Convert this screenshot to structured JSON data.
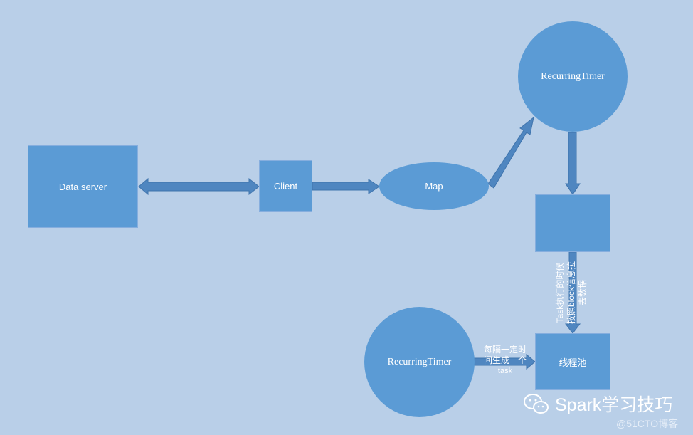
{
  "colors": {
    "background": "#b9cfe8",
    "node_fill": "#5b9bd5",
    "arrow_fill": "#4f86c0",
    "arrow_stroke": "#3f74ad",
    "text": "#ffffff"
  },
  "nodes": {
    "data_server": "Data server",
    "client": "Client",
    "map": "Map",
    "recurring_timer_top": "RecurringTimer",
    "block_box": "",
    "recurring_timer_bottom": "RecurringTimer",
    "thread_pool": "线程池"
  },
  "labels": {
    "task_exec_line1": "Task执行的时候",
    "task_exec_line2": "按照block信息拉",
    "task_exec_line3": "去数据",
    "interval_line1": "每隔一定时",
    "interval_line2": "间生成一个",
    "interval_line3": "task"
  },
  "watermark": {
    "brand": "Spark学习技巧",
    "icon": "wechat-icon",
    "site": "@51CTO博客"
  }
}
